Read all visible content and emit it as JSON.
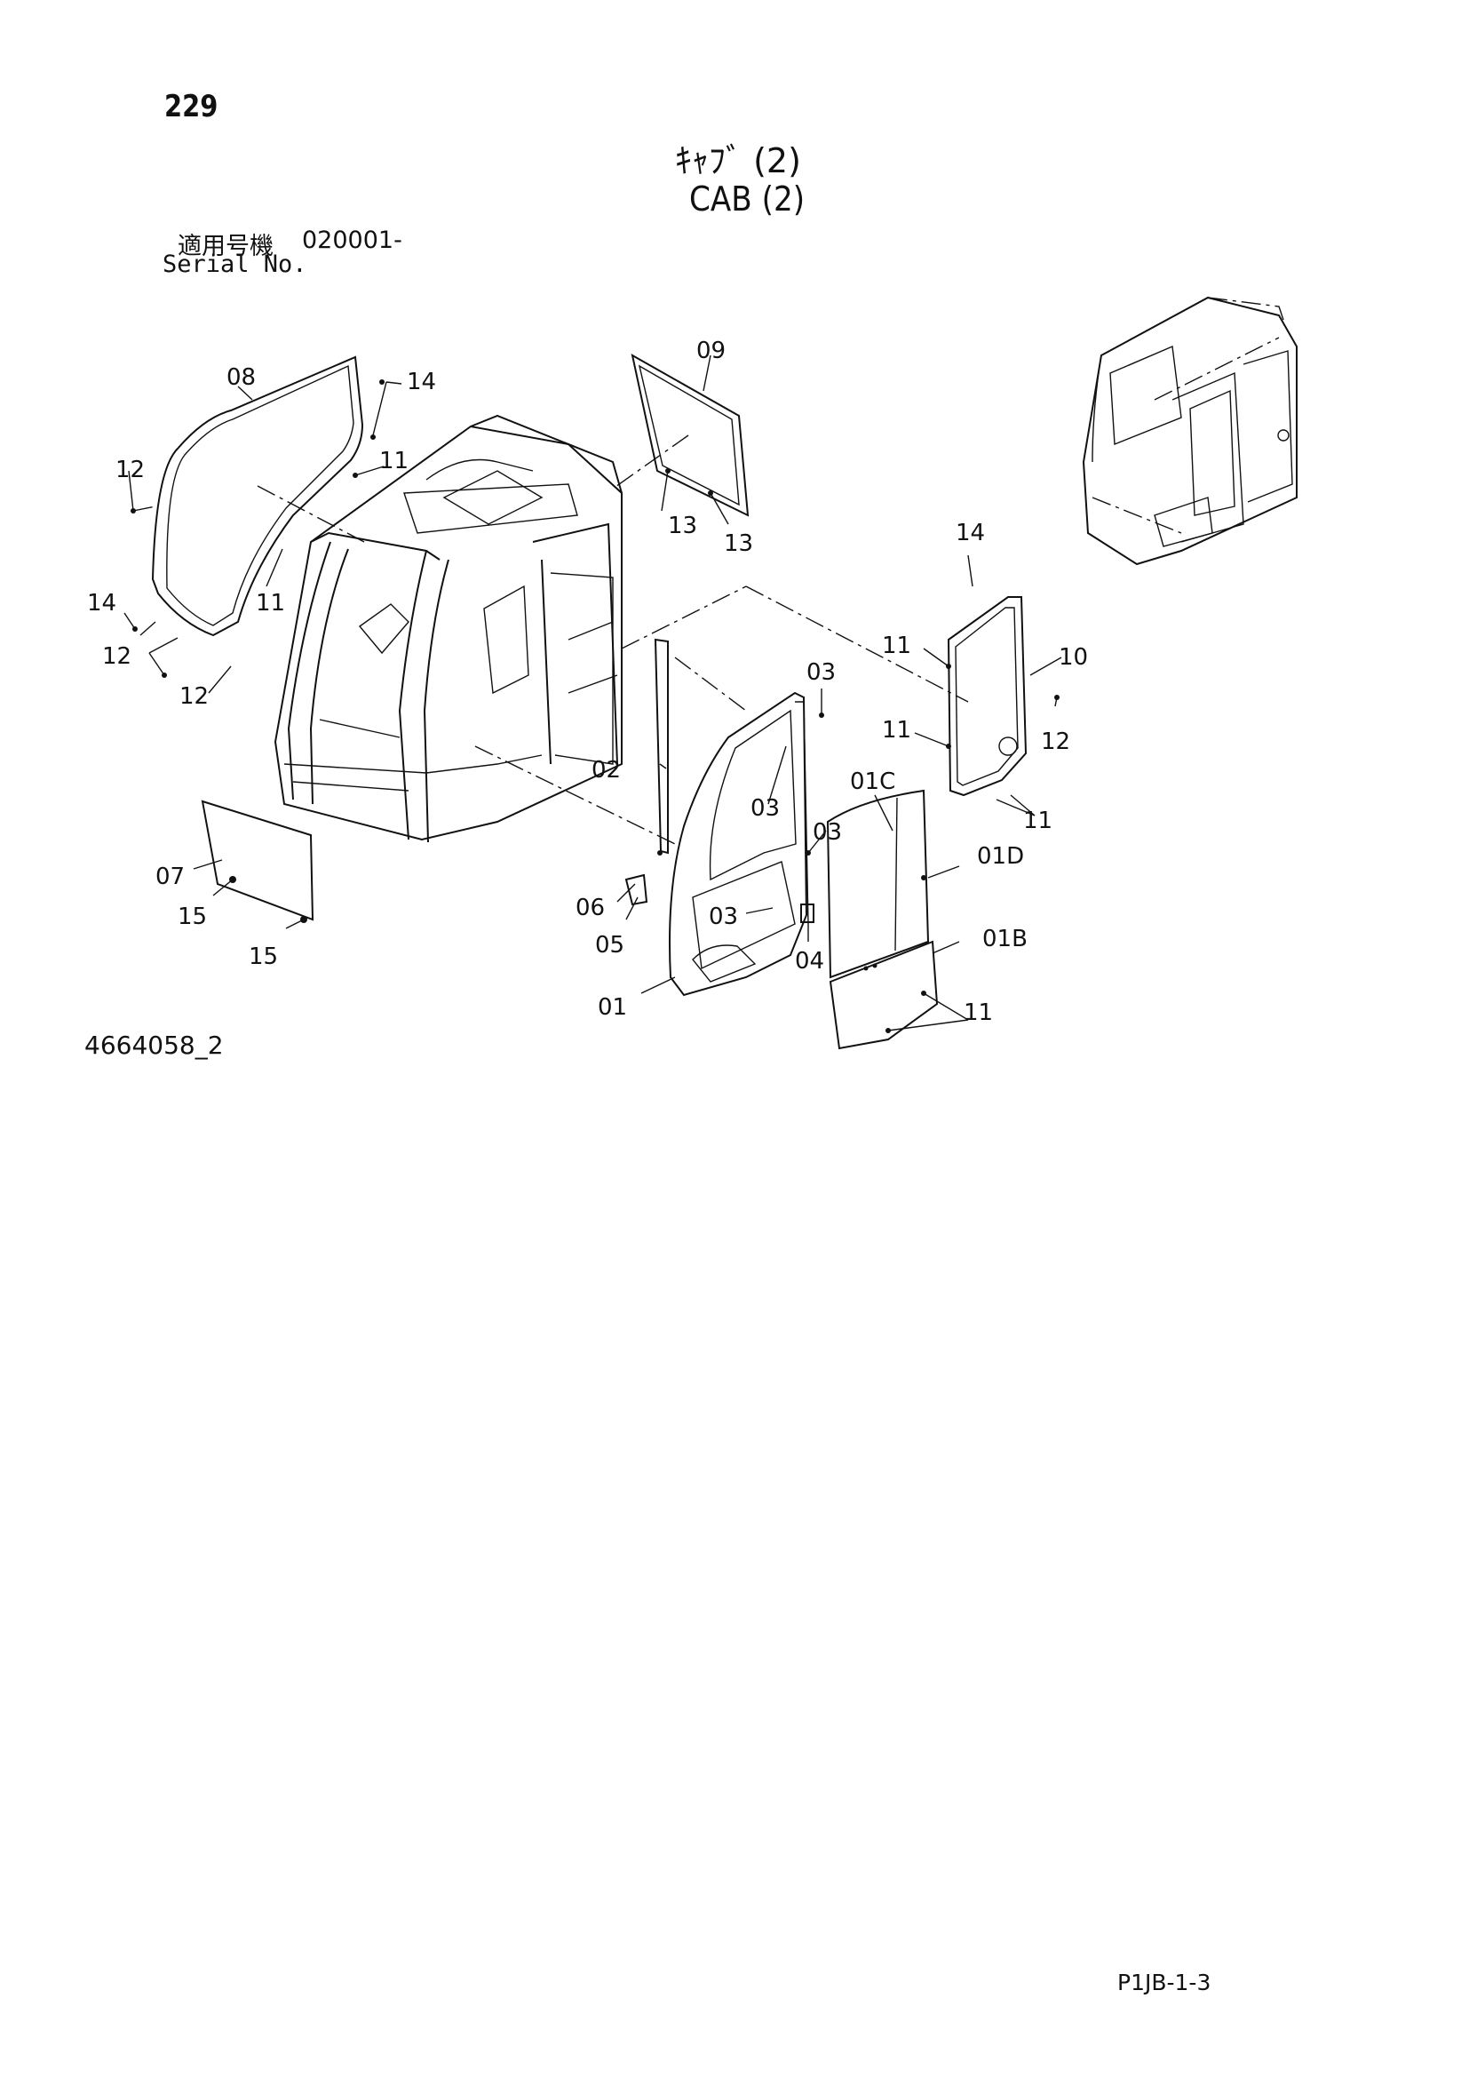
{
  "header": {
    "page_number": "229",
    "title_jp": "ｷｬﾌﾞ (2)",
    "title_en": "CAB (2)",
    "serial_label_jp": "適用号機",
    "serial_value": "020001-",
    "serial_label_en": "Serial No."
  },
  "footer": {
    "drawing_number": "4664058_2",
    "page_code": "P1JB-1-3"
  },
  "callouts": {
    "c08": "08",
    "c14a": "14",
    "c12a": "12",
    "c11a": "11",
    "c11b": "11",
    "c14b": "14",
    "c12b": "12",
    "c12c": "12",
    "c09": "09",
    "c13a": "13",
    "c13b": "13",
    "c14c": "14",
    "c11c": "11",
    "c10": "10",
    "c11d": "11",
    "c12d": "12",
    "c11e": "11",
    "c03a": "03",
    "c03b": "03",
    "c03c": "03",
    "c03d": "03",
    "c02": "02",
    "c01C": "01C",
    "c01D": "01D",
    "c01B": "01B",
    "c11f": "11",
    "c06": "06",
    "c05": "05",
    "c04": "04",
    "c01": "01",
    "c07": "07",
    "c15a": "15",
    "c15b": "15"
  }
}
